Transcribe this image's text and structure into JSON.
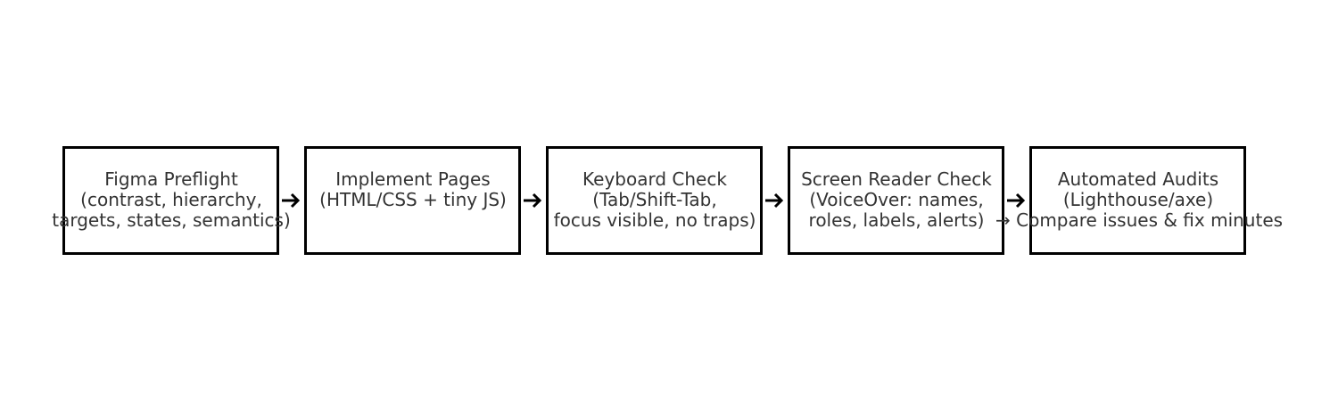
{
  "flow": {
    "steps": [
      {
        "id": "figma-preflight",
        "text": "Figma Preflight\n(contrast, hierarchy,\ntargets, states, semantics)"
      },
      {
        "id": "implement-pages",
        "text": "Implement Pages\n(HTML/CSS + tiny JS)"
      },
      {
        "id": "keyboard-check",
        "text": "Keyboard Check\n(Tab/Shift-Tab,\nfocus visible, no traps)"
      },
      {
        "id": "screen-reader-check",
        "text": "Screen Reader Check\n(VoiceOver: names,\nroles, labels, alerts)"
      },
      {
        "id": "automated-audits",
        "text": "Automated Audits\n(Lighthouse/axe)\n→ Compare issues & fix minutes"
      }
    ]
  },
  "colors": {
    "border": "#000000",
    "text": "#333333",
    "arrow": "#000000",
    "background": "#ffffff"
  }
}
